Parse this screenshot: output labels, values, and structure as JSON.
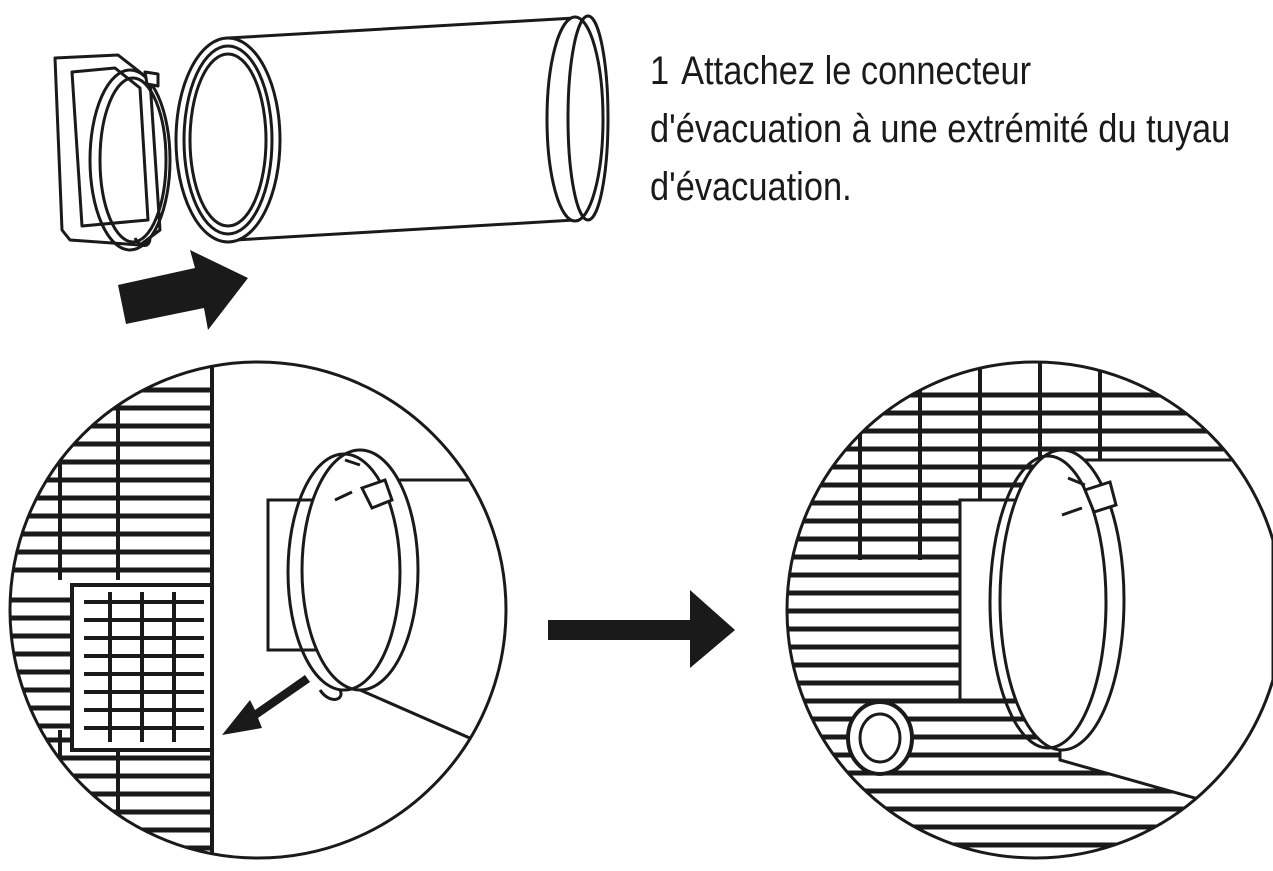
{
  "instruction": {
    "step_number": "1",
    "line1": "Attachez le connecteur",
    "line2": "d'évacuation à une extrémité du tuyau",
    "line3": "d'évacuation."
  },
  "icons": [
    "exhaust-connector-icon",
    "exhaust-hose-icon",
    "push-arrow-icon",
    "remove-arrow-icon",
    "next-step-arrow-icon",
    "unit-grille-icon",
    "knob-icon"
  ],
  "colors": {
    "line": "#1a1a1a",
    "background": "#ffffff"
  }
}
